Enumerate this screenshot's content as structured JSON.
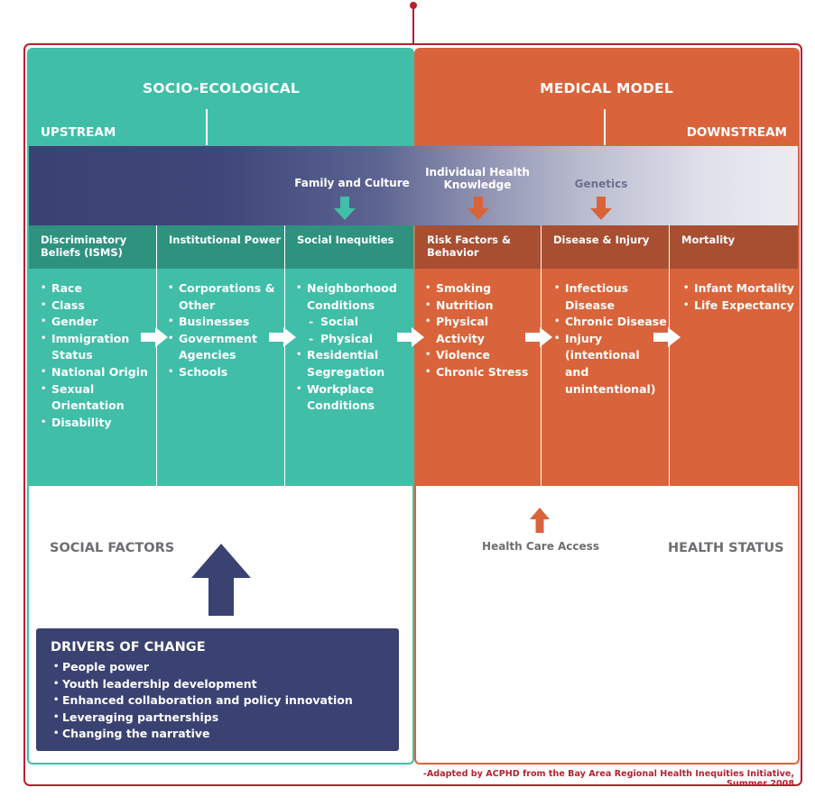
{
  "colors": {
    "frame": "#b8202f",
    "teal": "#40bea8",
    "teal_dark": "#2e927f",
    "orange": "#d9643b",
    "orange_dark": "#a84e31",
    "navy": "#3a4272",
    "gray_text": "#6d6e71"
  },
  "header": {
    "left_title": "SOCIO-ECOLOGICAL",
    "right_title": "MEDICAL MODEL",
    "upstream": "UPSTREAM",
    "downstream": "DOWNSTREAM"
  },
  "band": {
    "family_culture": "Family and Culture",
    "individual_knowledge": "Individual Health Knowledge",
    "genetics": "Genetics"
  },
  "columns": [
    {
      "title": "Discriminatory Beliefs (ISMS)",
      "items": [
        "Race",
        "Class",
        "Gender",
        "Immigration Status",
        "National Origin",
        "Sexual Orientation",
        "Disability"
      ]
    },
    {
      "title": "Institutional Power",
      "items": [
        "Corporations & Other",
        "Businesses",
        "Government Agencies",
        "Schools"
      ]
    },
    {
      "title": "Social Inequities",
      "items": [
        "Neighborhood Conditions",
        "Social",
        "Physical",
        "Residential Segregation",
        "Workplace Conditions"
      ]
    },
    {
      "title": "Risk Factors & Behavior",
      "items": [
        "Smoking",
        "Nutrition",
        "Physical Activity",
        "Violence",
        "Chronic Stress"
      ]
    },
    {
      "title": "Disease & Injury",
      "items": [
        "Infectious Disease",
        "Chronic Disease",
        "Injury (intentional and unintentional)"
      ]
    },
    {
      "title": "Mortality",
      "items": [
        "Infant Mortality",
        "Life Expectancy"
      ]
    }
  ],
  "labels": {
    "social_factors": "SOCIAL FACTORS",
    "health_status": "HEALTH STATUS",
    "health_care_access": "Health Care Access"
  },
  "drivers": {
    "title": "DRIVERS OF CHANGE",
    "items": [
      "People power",
      "Youth leadership development",
      "Enhanced collaboration and policy innovation",
      "Leveraging partnerships",
      "Changing the narrative"
    ]
  },
  "credit": "-Adapted by ACPHD from the Bay Area Regional Health Inequities Initiative, Summer 2008",
  "icons": {
    "flow_arrow": "right-arrow-icon",
    "band_arrow": "down-arrow-icon",
    "access_arrow": "up-arrow-icon",
    "drivers_arrow": "large-up-arrow-icon"
  }
}
